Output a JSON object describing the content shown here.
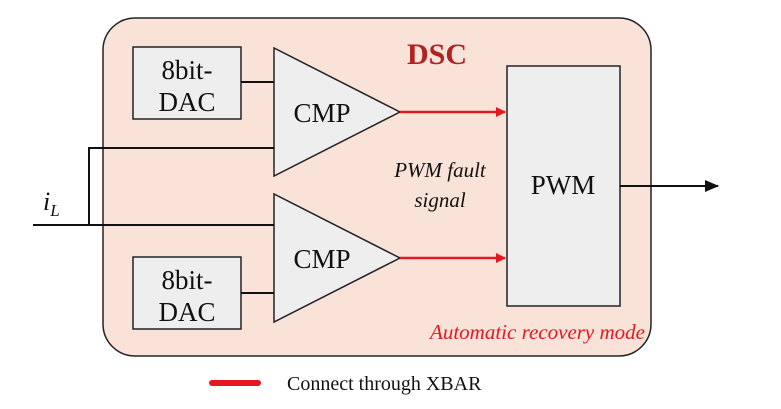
{
  "diagram": {
    "dsc_label": "DSC",
    "dac_top": {
      "line1": "8bit-",
      "line2": "DAC"
    },
    "dac_bottom": {
      "line1": "8bit-",
      "line2": "DAC"
    },
    "cmp_top": "CMP",
    "cmp_bottom": "CMP",
    "pwm": "PWM",
    "fault_signal": {
      "line1": "PWM fault",
      "line2": "signal"
    },
    "input": {
      "main": "i",
      "subscript": "L"
    },
    "recovery_mode": "Automatic recovery mode",
    "legend_text": "Connect through XBAR"
  },
  "colors": {
    "dsc_fill": "#f9e3d9",
    "dsc_border": "#222222",
    "dsc_text": "#b22222",
    "xbar_red": "#e8171f",
    "block_fill": "#eeeeee",
    "line": "#111111"
  }
}
